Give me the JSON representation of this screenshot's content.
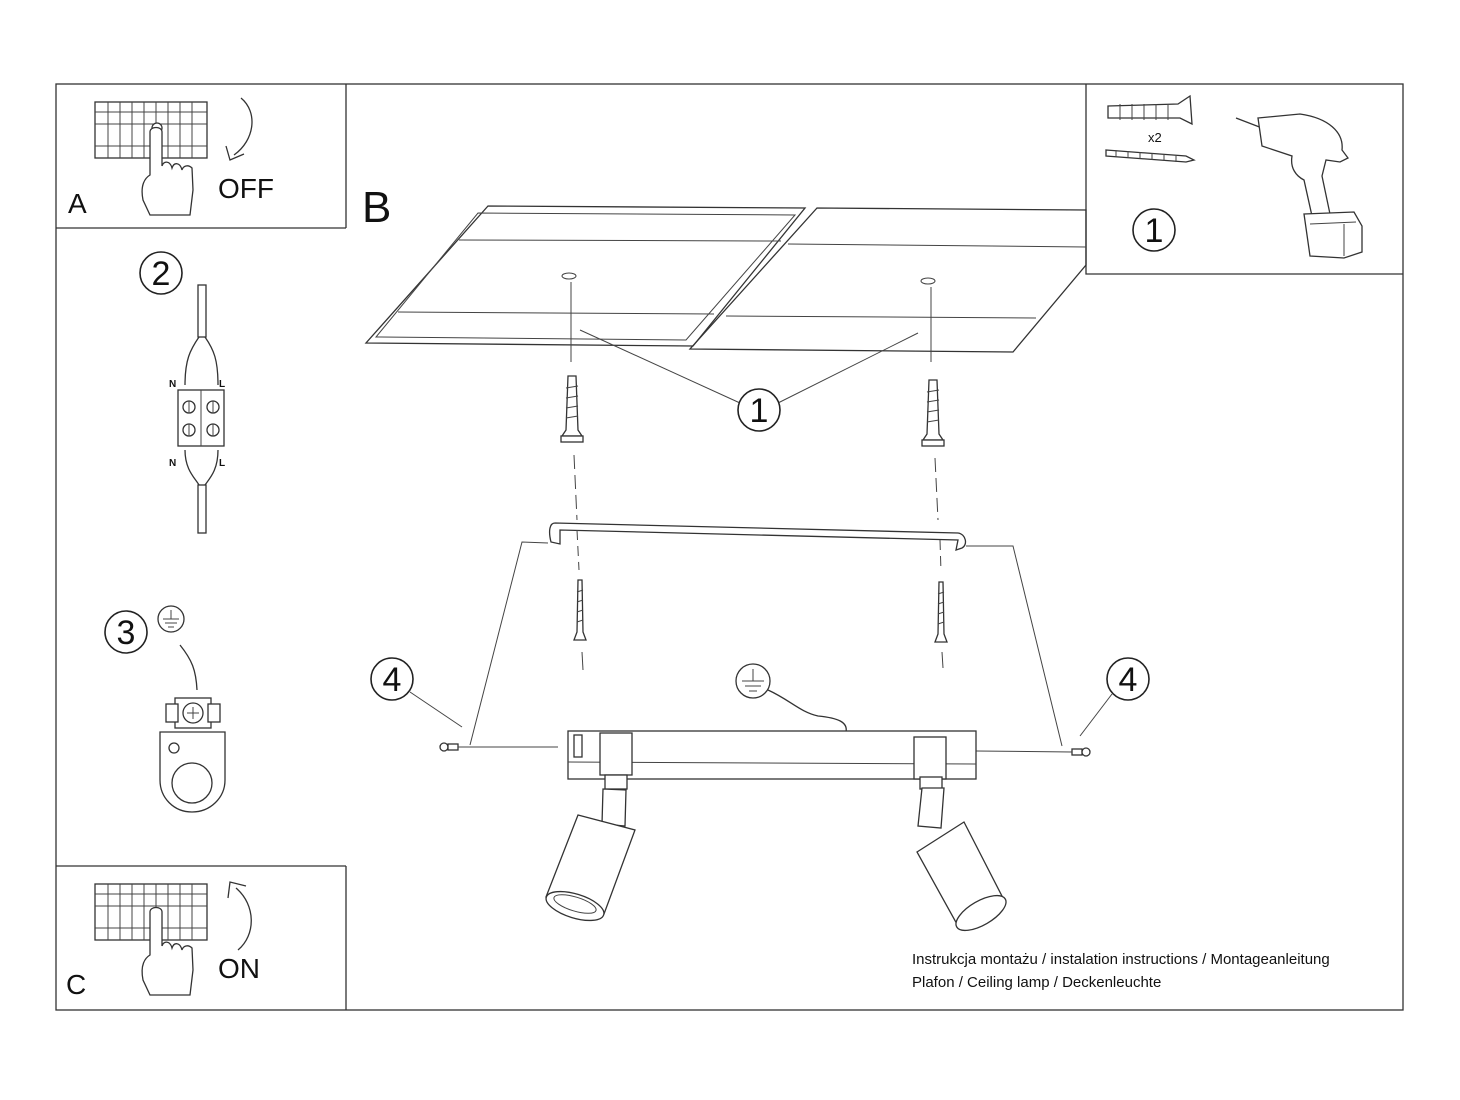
{
  "panels": {
    "a": {
      "letter": "A",
      "state": "OFF"
    },
    "b": {
      "letter": "B"
    },
    "c": {
      "letter": "C",
      "state": "ON"
    }
  },
  "tools": {
    "quantity": "x2",
    "step": "1"
  },
  "steps": {
    "wiring": "2",
    "ground": "3",
    "fixing": "1",
    "screw": "4"
  },
  "wiring_labels": {
    "neutral": "N",
    "live": "L"
  },
  "caption": {
    "line1": "Instrukcja montażu / instalation instructions / Montageanleitung",
    "line2": "Plafon / Ceiling lamp / Deckenleuchte"
  }
}
